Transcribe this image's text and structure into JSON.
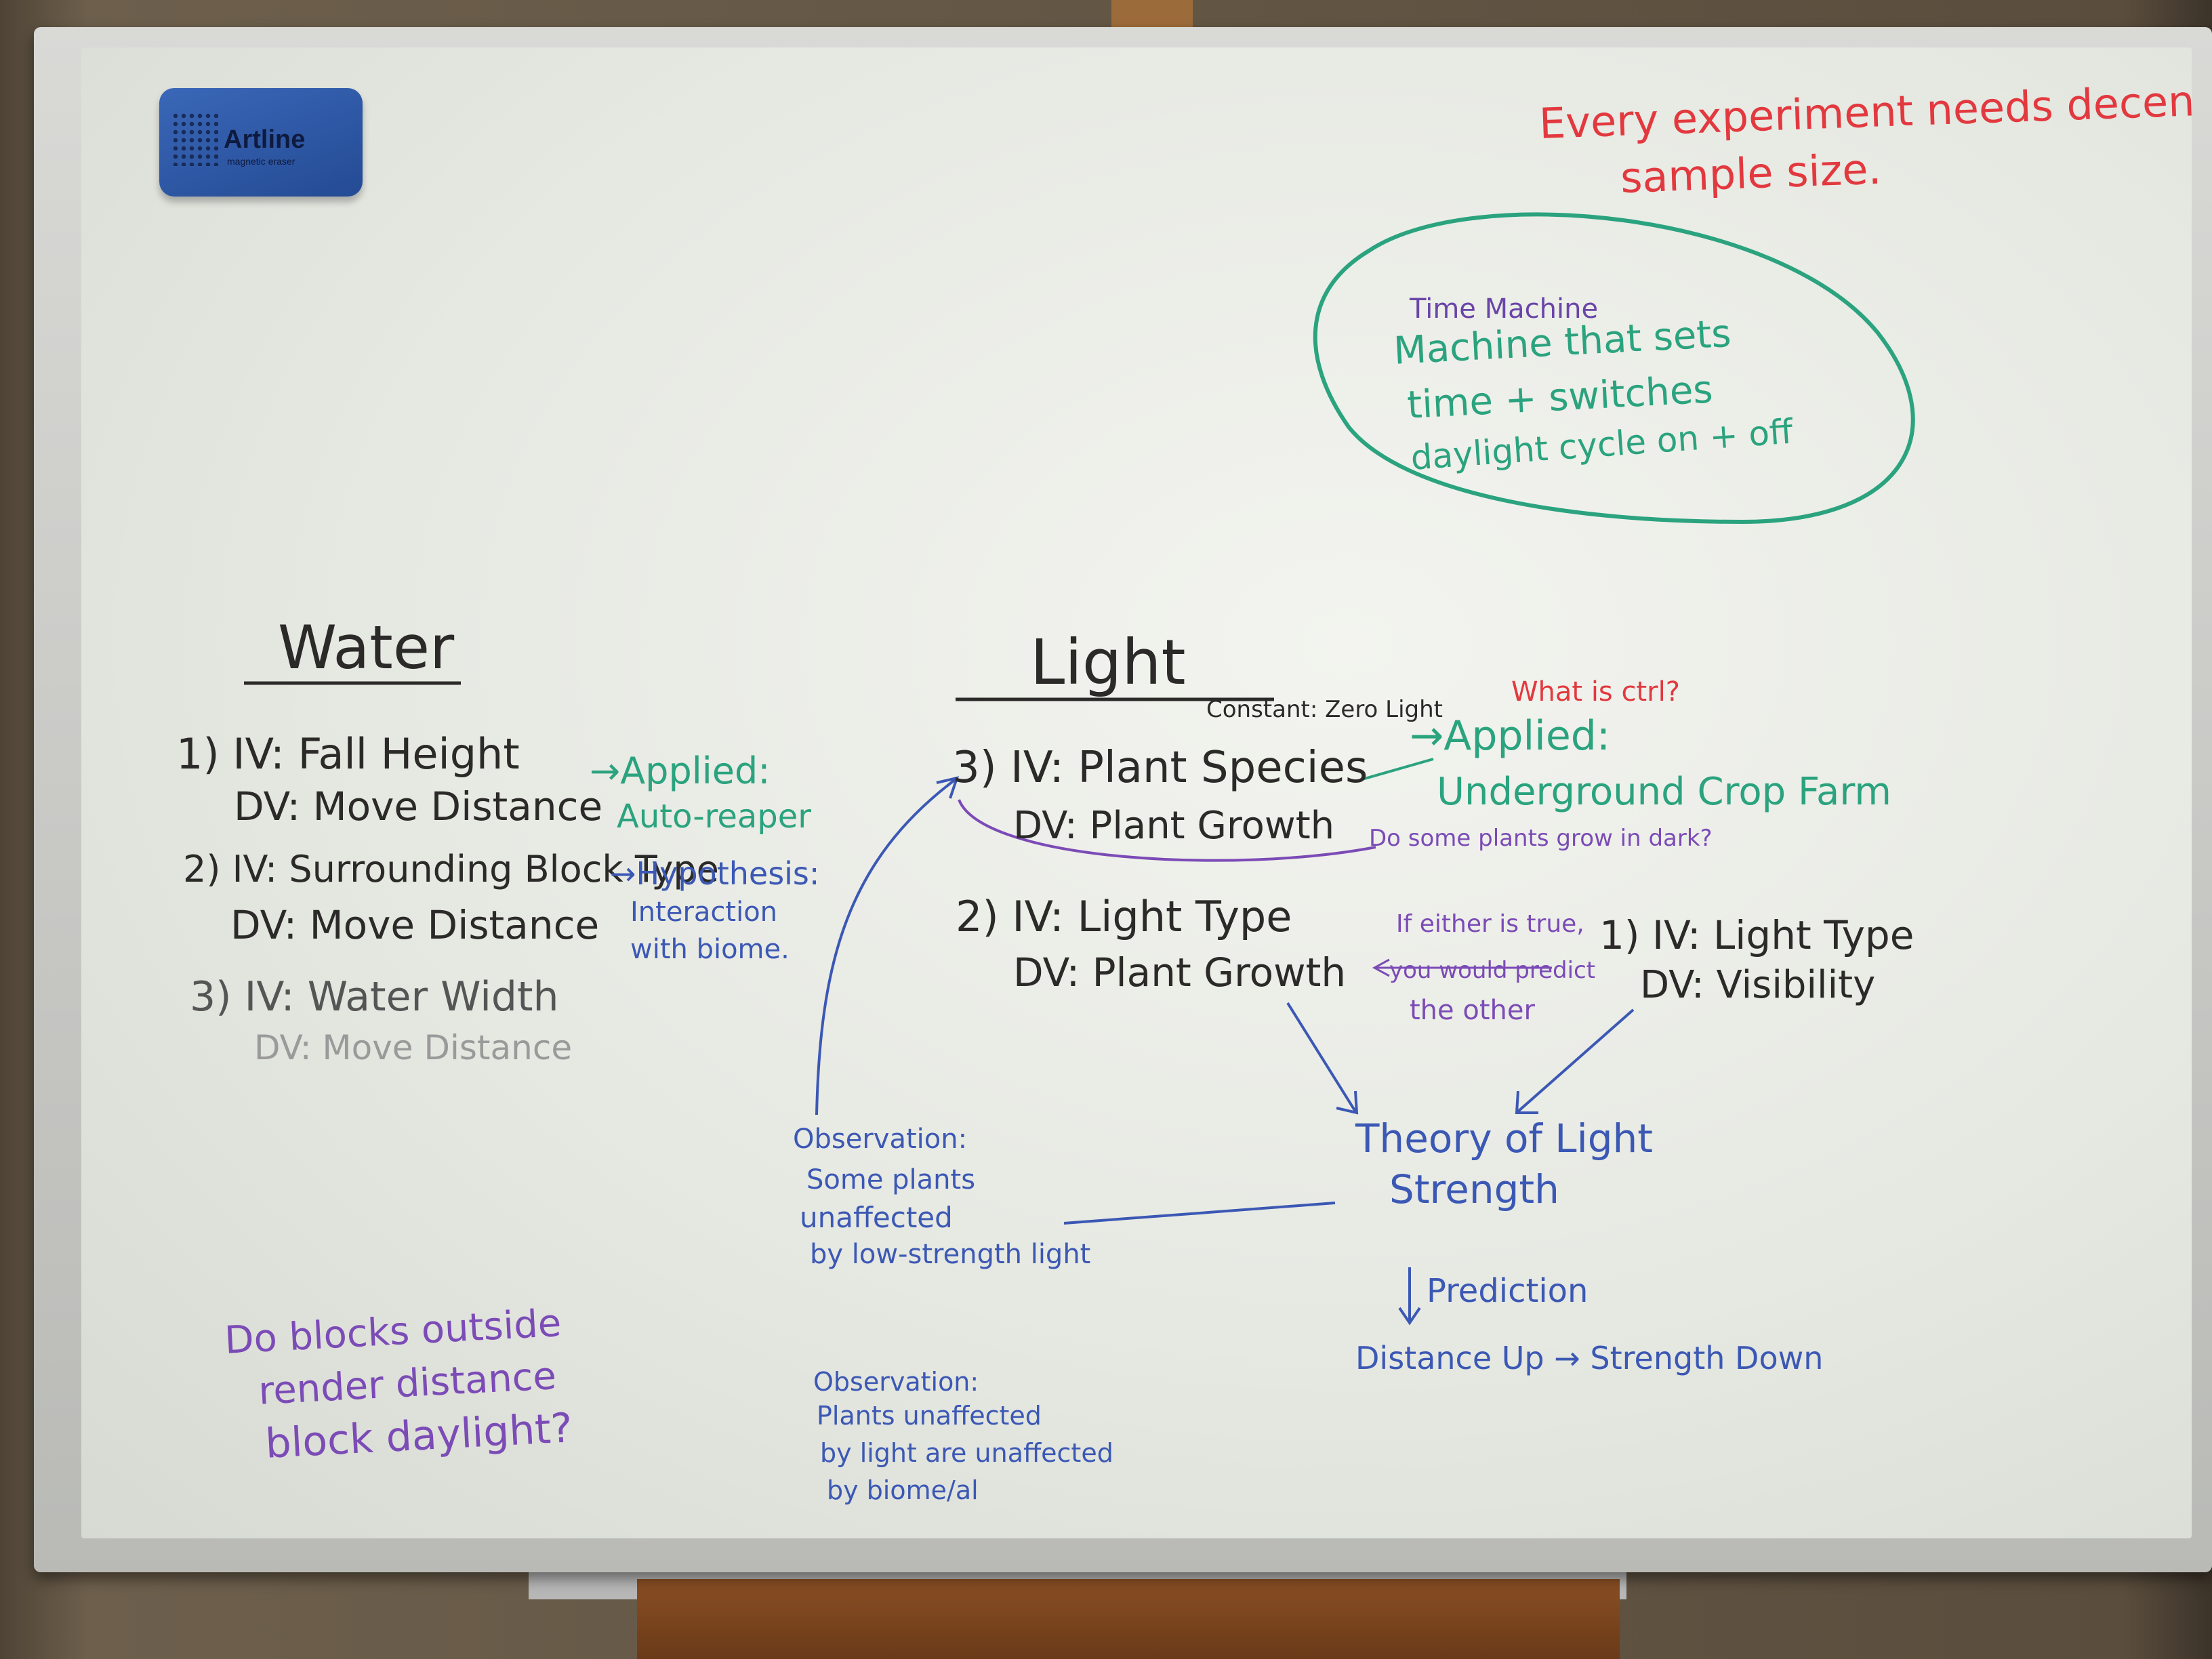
{
  "eraser": {
    "brand": "Artline",
    "subtitle": "magnetic eraser"
  },
  "board": {
    "sample_note": [
      "Every experiment needs decent",
      "sample size."
    ],
    "time_machine": {
      "title": "Time Machine",
      "lines": [
        "Machine that sets",
        "time + switches",
        "daylight cycle on + off"
      ]
    },
    "water": {
      "heading": "Water",
      "item1_iv": "1) IV: Fall Height",
      "item1_dv": "DV: Move Distance",
      "item1_applied": [
        "→Applied:",
        "Auto-reaper"
      ],
      "item2_iv": "2) IV: Surrounding Block Type",
      "item2_dv": "DV: Move Distance",
      "item2_hypothesis": [
        "→Hypothesis:",
        "Interaction",
        "with biome."
      ],
      "item3_iv": "3) IV: Water Width",
      "item3_dv": "DV: Move Distance"
    },
    "light": {
      "heading": "Light",
      "constant": "Constant: Zero Light",
      "ctrl_question": "What is ctrl?",
      "item3_iv": "3) IV: Plant Species",
      "item3_dv": "DV: Plant Growth",
      "item3_applied": [
        "→Applied:",
        "Underground Crop Farm"
      ],
      "dark_question": "Do some plants grow in dark?",
      "item2_iv": "2) IV: Light Type",
      "item2_dv": "DV: Plant Growth",
      "either_note": [
        "If either is true,",
        "you would predict",
        "the other"
      ],
      "item1_iv": "1) IV: Light Type",
      "item1_dv": "DV: Visibility",
      "theory": [
        "Theory of Light",
        "Strength"
      ],
      "prediction_label": "Prediction",
      "prediction": "Distance Up → Strength Down",
      "observation1": [
        "Observation:",
        "Some plants",
        "unaffected",
        "by low-strength light"
      ],
      "observation2": [
        "Observation:",
        "Plants unaffected",
        "by light are unaffected",
        "by biome/al"
      ]
    },
    "render_question": [
      "Do blocks outside",
      "render distance",
      "block daylight?"
    ]
  },
  "colors": {
    "black_marker": "#2b2a28",
    "green_marker": "#2aa37e",
    "red_marker": "#e2393f",
    "blue_marker": "#3b58b4",
    "purple_marker": "#7b4bb6"
  }
}
